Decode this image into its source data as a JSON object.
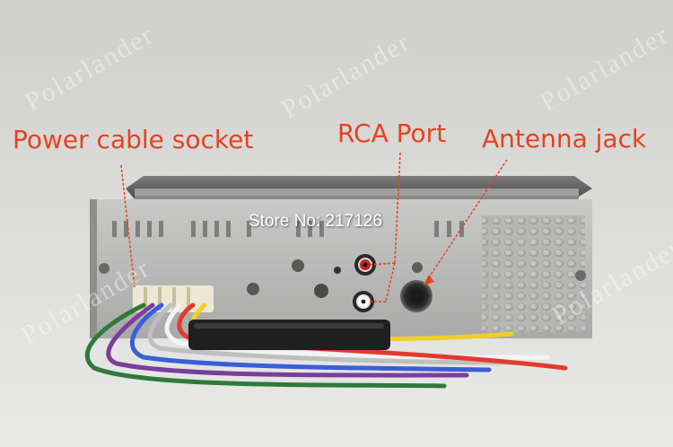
{
  "callouts": {
    "power_cable_socket": "Power cable socket",
    "rca_port": "RCA Port",
    "antenna_jack": "Antenna jack",
    "color": "#e8411f"
  },
  "store_watermark": "Store No: 217126",
  "brand_watermark": "Polarlander",
  "wire_colors": [
    "#2f7a3a",
    "#7a3f9a",
    "#e23a2e",
    "#3a5ed8",
    "#bfbfbf",
    "#f4f4f4",
    "#f0cf2a",
    "#2a2a2a"
  ]
}
